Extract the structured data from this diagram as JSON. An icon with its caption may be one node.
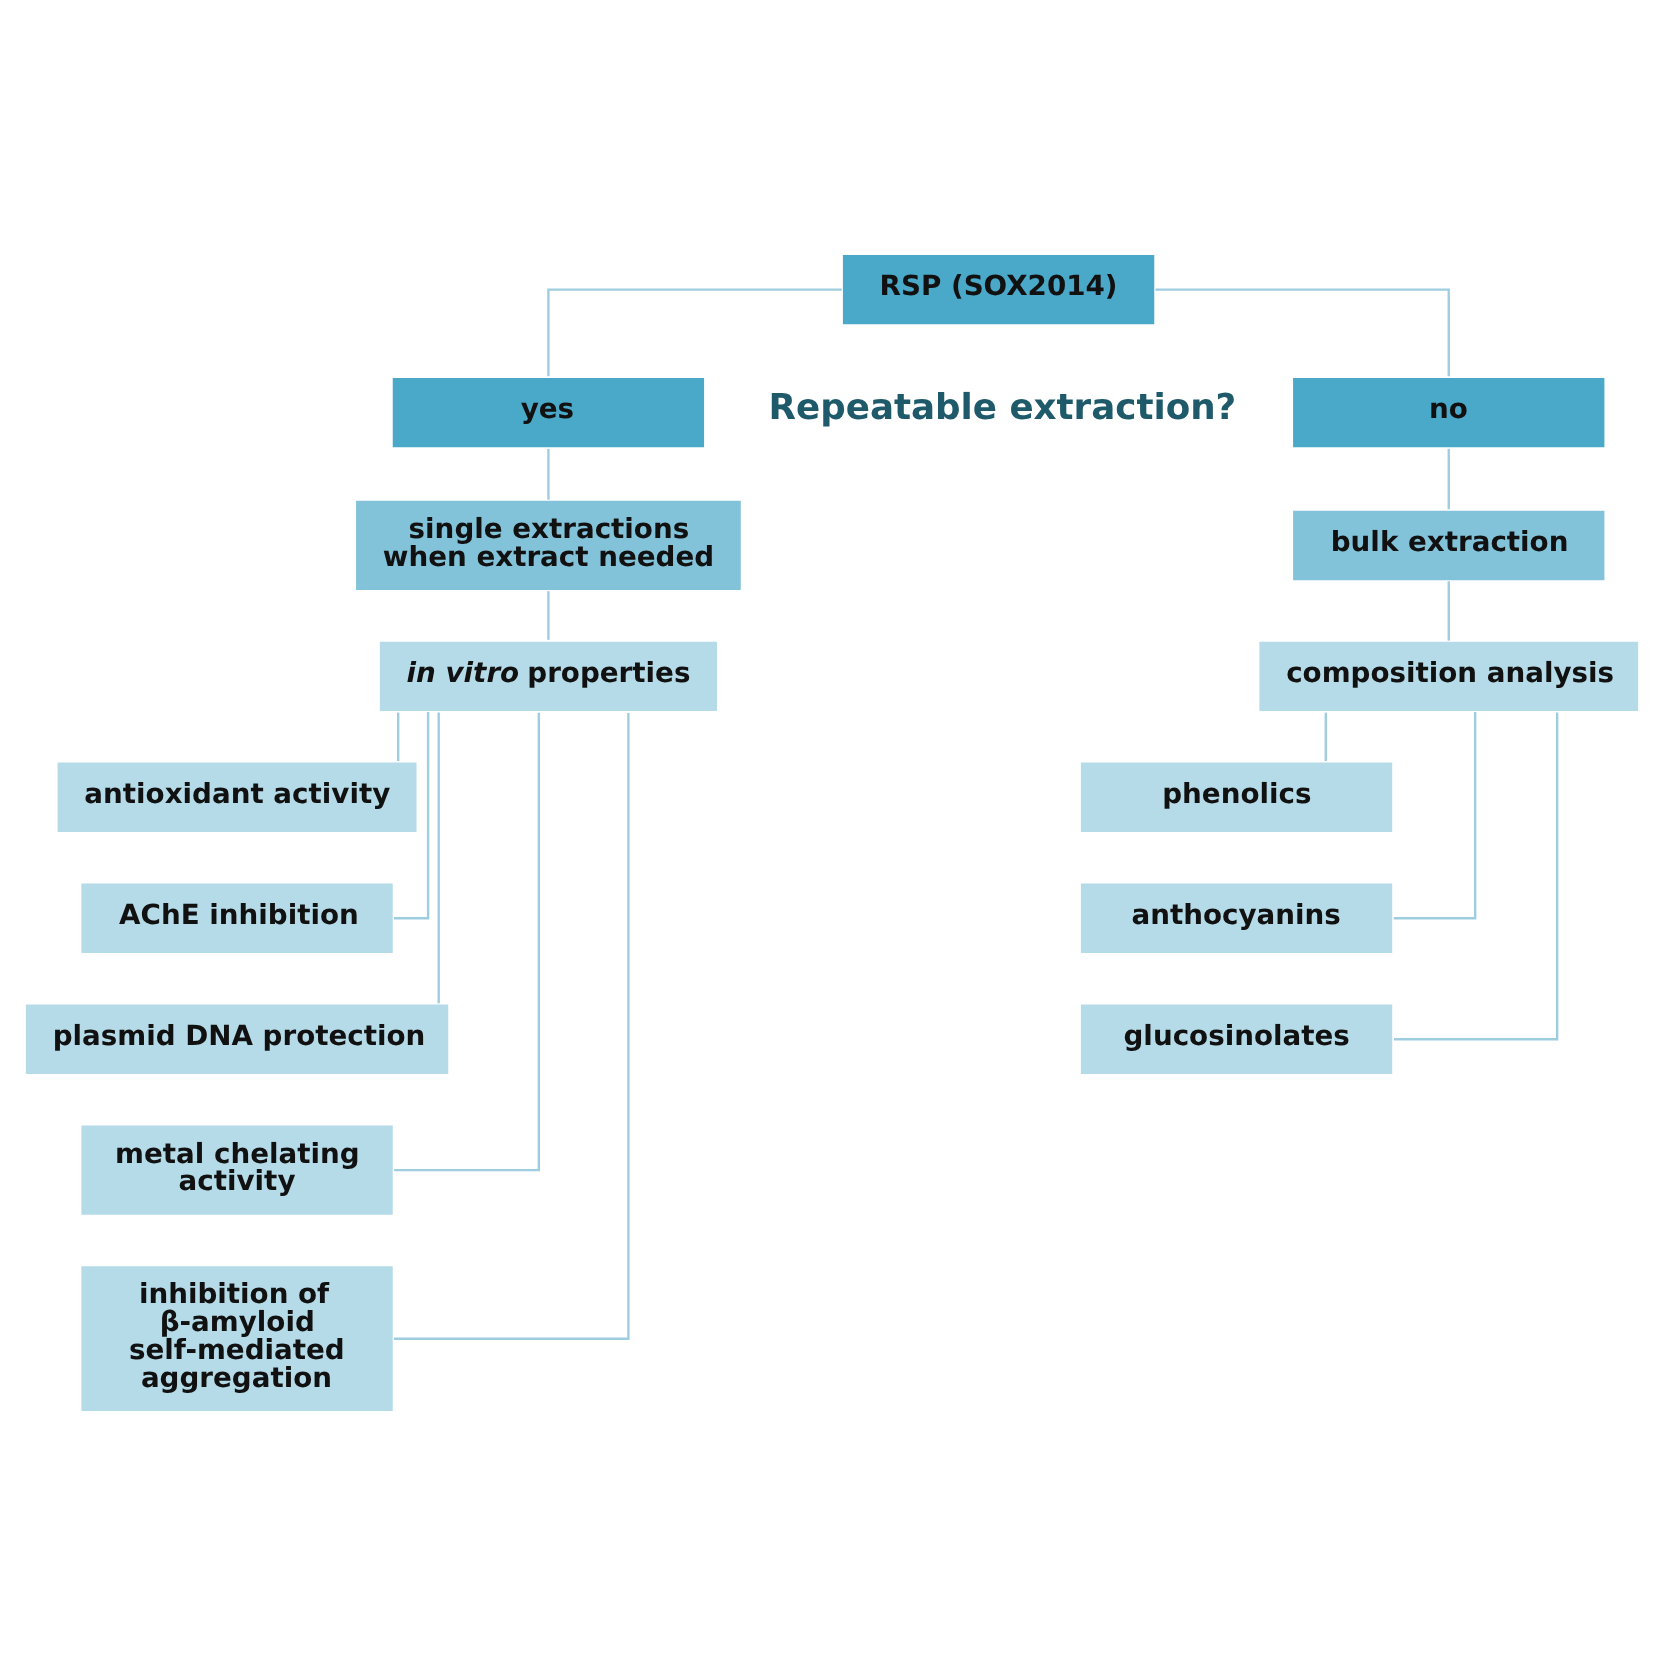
{
  "diagram": {
    "nodes": [
      {
        "text": [
          "RSP (SOX2014)"
        ]
      },
      {
        "text": [
          "yes"
        ]
      },
      {
        "text": [
          "no"
        ]
      },
      {
        "text": [
          "single extractions when extract needed"
        ]
      },
      {
        "text": [
          "bulk extraction"
        ]
      },
      {
        "text": [
          "*in vitro* properties"
        ]
      },
      {
        "text": [
          "composition analysis"
        ]
      },
      {
        "text": [
          "antioxidant activity"
        ]
      },
      {
        "text": [
          "AChE inhibition"
        ]
      },
      {
        "text": [
          "plasmid DNA protection"
        ]
      },
      {
        "text": [
          "metal chelating activity"
        ]
      },
      {
        "text": [
          "inhibition of  β-amyloid self-mediated aggregation"
        ]
      },
      {
        "text": [
          "phenolics"
        ]
      },
      {
        "text": [
          "anthocyanins"
        ]
      },
      {
        "text": [
          "glucosinolates"
        ]
      }
    ],
    "edges": [
      {
        "from": 0,
        "to": 1,
        "arrow": "none"
      },
      {
        "from": 0,
        "to": 2,
        "arrow": "none"
      },
      {
        "from": 1,
        "to": 3,
        "arrow": "none"
      },
      {
        "from": 2,
        "to": 4,
        "arrow": "none"
      },
      {
        "from": 3,
        "to": 5,
        "arrow": "none"
      },
      {
        "from": 4,
        "to": 6,
        "arrow": "none"
      },
      {
        "from": 5,
        "to": 7,
        "arrow": "none"
      },
      {
        "from": 5,
        "to": 8,
        "arrow": "none"
      },
      {
        "from": 5,
        "to": 9,
        "arrow": "none"
      },
      {
        "from": 5,
        "to": 10,
        "arrow": "none"
      },
      {
        "from": 5,
        "to": 11,
        "arrow": "none"
      },
      {
        "from": 6,
        "to": 12,
        "arrow": "none"
      },
      {
        "from": 6,
        "to": 13,
        "arrow": "none"
      },
      {
        "from": 6,
        "to": 14,
        "arrow": "none"
      }
    ],
    "labels": [
      "Repeatable extraction?"
    ]
  }
}
